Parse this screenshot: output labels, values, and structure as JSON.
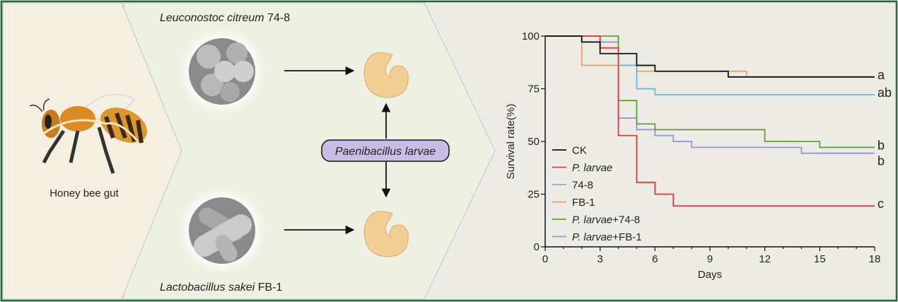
{
  "left_panel": {
    "label": "Honey bee gut"
  },
  "strains": {
    "top": {
      "species": "Leuconostoc citreum",
      "strain": "74-8"
    },
    "bottom": {
      "species": "Lactobacillus sakei",
      "strain": "FB-1"
    }
  },
  "pathogen": {
    "label": "Paenibacillus larvae",
    "color": "#c9bde6"
  },
  "colors": {
    "border": "#1d6b3a",
    "panel_left": "#f5efdf",
    "panel_mid": "#eef0e2",
    "panel_right": "#ecebe5"
  },
  "chart_data": {
    "type": "line",
    "step": true,
    "xlabel": "Days",
    "ylabel": "Survival rate(%)",
    "xlim": [
      0,
      18
    ],
    "ylim": [
      0,
      100
    ],
    "xticks": [
      0,
      3,
      6,
      9,
      12,
      15,
      18
    ],
    "yticks": [
      0,
      25,
      50,
      75,
      100
    ],
    "legend_position": "bottom-left",
    "series": [
      {
        "name": "CK",
        "name_italic": "",
        "name_suffix": "CK",
        "color": "#111111",
        "letter": "a",
        "steps": [
          [
            0,
            100
          ],
          [
            2,
            97.2
          ],
          [
            3,
            91.7
          ],
          [
            5,
            86.1
          ],
          [
            6,
            83.3
          ],
          [
            10,
            80.6
          ],
          [
            18,
            80.6
          ]
        ]
      },
      {
        "name": "P. larvae",
        "name_italic": "P. larvae",
        "name_suffix": "",
        "color": "#e8393b",
        "letter": "c",
        "steps": [
          [
            0,
            100
          ],
          [
            3,
            94.4
          ],
          [
            4,
            52.8
          ],
          [
            5,
            30.6
          ],
          [
            6,
            25
          ],
          [
            7,
            19.4
          ],
          [
            18,
            19.4
          ]
        ]
      },
      {
        "name": "74-8",
        "name_italic": "",
        "name_suffix": "74-8",
        "color": "#6cb7dc",
        "letter": "ab",
        "steps": [
          [
            0,
            100
          ],
          [
            2,
            97.2
          ],
          [
            4,
            86.1
          ],
          [
            5,
            75
          ],
          [
            6,
            72.2
          ],
          [
            18,
            72.2
          ]
        ]
      },
      {
        "name": "FB-1",
        "name_italic": "",
        "name_suffix": "FB-1",
        "color": "#f0a060",
        "letter": "",
        "steps": [
          [
            0,
            100
          ],
          [
            2,
            86.1
          ],
          [
            5,
            83.3
          ],
          [
            11,
            80.6
          ],
          [
            18,
            80.6
          ]
        ]
      },
      {
        "name": "P. larvae+74-8",
        "name_italic": "P. larvae",
        "name_suffix": "+74-8",
        "color": "#5ea330",
        "letter": "b",
        "steps": [
          [
            0,
            100
          ],
          [
            4,
            69.4
          ],
          [
            5,
            58.3
          ],
          [
            6,
            55.6
          ],
          [
            12,
            50
          ],
          [
            15,
            47.2
          ],
          [
            18,
            47.2
          ]
        ]
      },
      {
        "name": "P. larvae+FB-1",
        "name_italic": "P. larvae",
        "name_suffix": "+FB-1",
        "color": "#8f98d8",
        "letter": "b",
        "steps": [
          [
            0,
            100
          ],
          [
            3,
            97.2
          ],
          [
            4,
            61.1
          ],
          [
            5,
            55.6
          ],
          [
            6,
            52.8
          ],
          [
            7,
            50
          ],
          [
            8,
            47.2
          ],
          [
            14,
            44.4
          ],
          [
            18,
            44.4
          ]
        ]
      }
    ]
  }
}
